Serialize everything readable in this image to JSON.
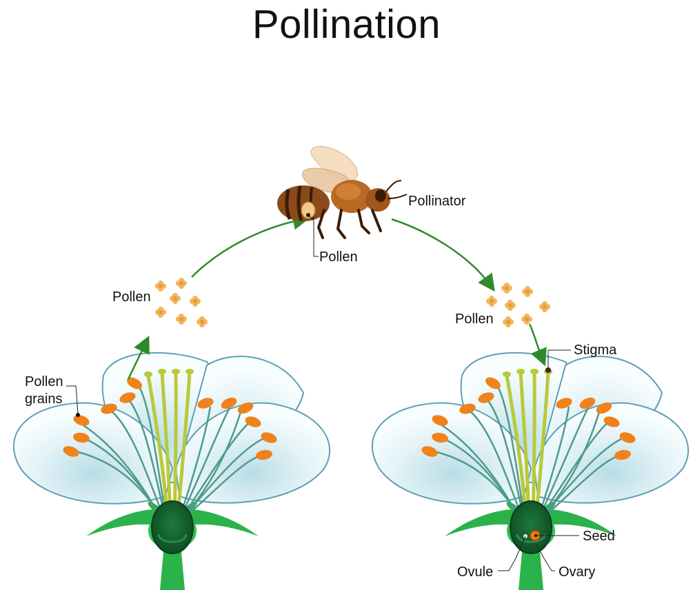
{
  "title": "Pollination",
  "labels": {
    "pollinator": "Pollinator",
    "pollen_bee": "Pollen",
    "pollen_left": "Pollen",
    "pollen_right": "Pollen",
    "pollen_grains_line1": "Pollen",
    "pollen_grains_line2": "grains",
    "stigma": "Stigma",
    "seed": "Seed",
    "ovule": "Ovule",
    "ovary": "Ovary"
  },
  "colors": {
    "petal_fill": "#f4fbfd",
    "petal_shade": "#bfe0e8",
    "petal_stroke": "#5d9fb4",
    "filament": "#4f9a8c",
    "anther": "#f0821c",
    "style": "#b9c93a",
    "sepal": "#2bb24a",
    "ovary": "#0f5e2c",
    "arrow": "#2f8a2a",
    "pollen": "#f3b55c",
    "bee_body": "#8a4a1a"
  }
}
